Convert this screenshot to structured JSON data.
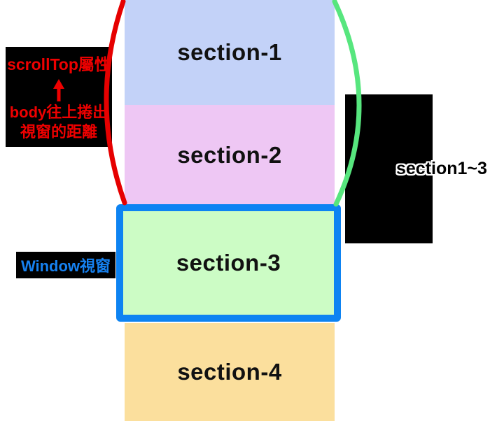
{
  "sections": [
    {
      "label": "section-1"
    },
    {
      "label": "section-2"
    },
    {
      "label": "section-3"
    },
    {
      "label": "section-4"
    }
  ],
  "callouts": {
    "scrolltop": {
      "line1": "scrollTop屬性",
      "arrow_icon": "up-arrow",
      "line2": "body往上捲出",
      "line3": "視窗的距離"
    },
    "window_label": "Window視窗",
    "right_label": "section1~3"
  },
  "colors": {
    "section1_bg": "#c3d2f8",
    "section2_bg": "#eec7f4",
    "section3_bg": "#ccfcc5",
    "section4_bg": "#fbdf9d",
    "window_border": "#0d83f2",
    "window_label_text": "#1681f0",
    "callout_bg": "#000000",
    "scrolltop_text": "#ee0000",
    "section_label_text": "#111111",
    "right_label_text": "#000000",
    "red_curve": "#e60000",
    "green_curve": "#57e67e"
  }
}
